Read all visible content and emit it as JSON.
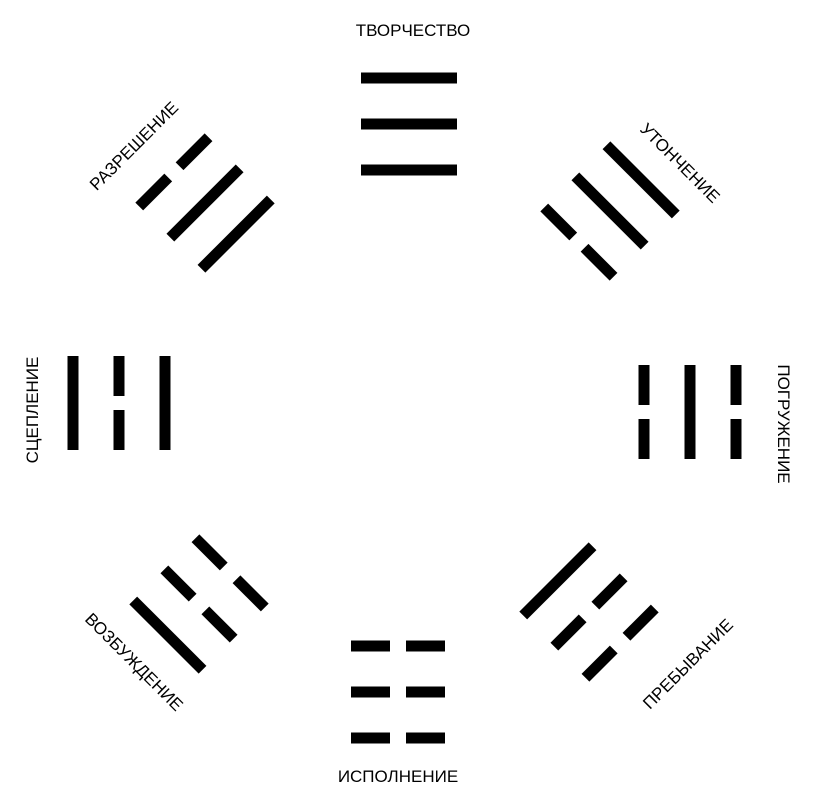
{
  "diagram": {
    "trigrams": [
      {
        "id": "n",
        "name": "ТВОРЧЕСТВО",
        "lines": [
          "solid",
          "solid",
          "solid"
        ]
      },
      {
        "id": "ne",
        "name": "УТОНЧЕНИЕ",
        "lines": [
          "solid",
          "solid",
          "broken"
        ]
      },
      {
        "id": "e",
        "name": "ПОГРУЖЕНИЕ",
        "lines": [
          "broken",
          "solid",
          "broken"
        ]
      },
      {
        "id": "se",
        "name": "ПРЕБЫВАНИЕ",
        "lines": [
          "solid",
          "broken",
          "broken"
        ]
      },
      {
        "id": "s",
        "name": "ИСПОЛНЕНИЕ",
        "lines": [
          "broken",
          "broken",
          "broken"
        ]
      },
      {
        "id": "sw",
        "name": "ВОЗБУЖДЕНИЕ",
        "lines": [
          "broken",
          "broken",
          "solid"
        ]
      },
      {
        "id": "w",
        "name": "СЦЕПЛЕНИЕ",
        "lines": [
          "solid",
          "broken",
          "solid"
        ]
      },
      {
        "id": "nw",
        "name": "РАЗРЕШЕНИЕ",
        "lines": [
          "broken",
          "solid",
          "solid"
        ]
      }
    ],
    "colors": {
      "ink": "#000000",
      "background": "#ffffff"
    }
  }
}
